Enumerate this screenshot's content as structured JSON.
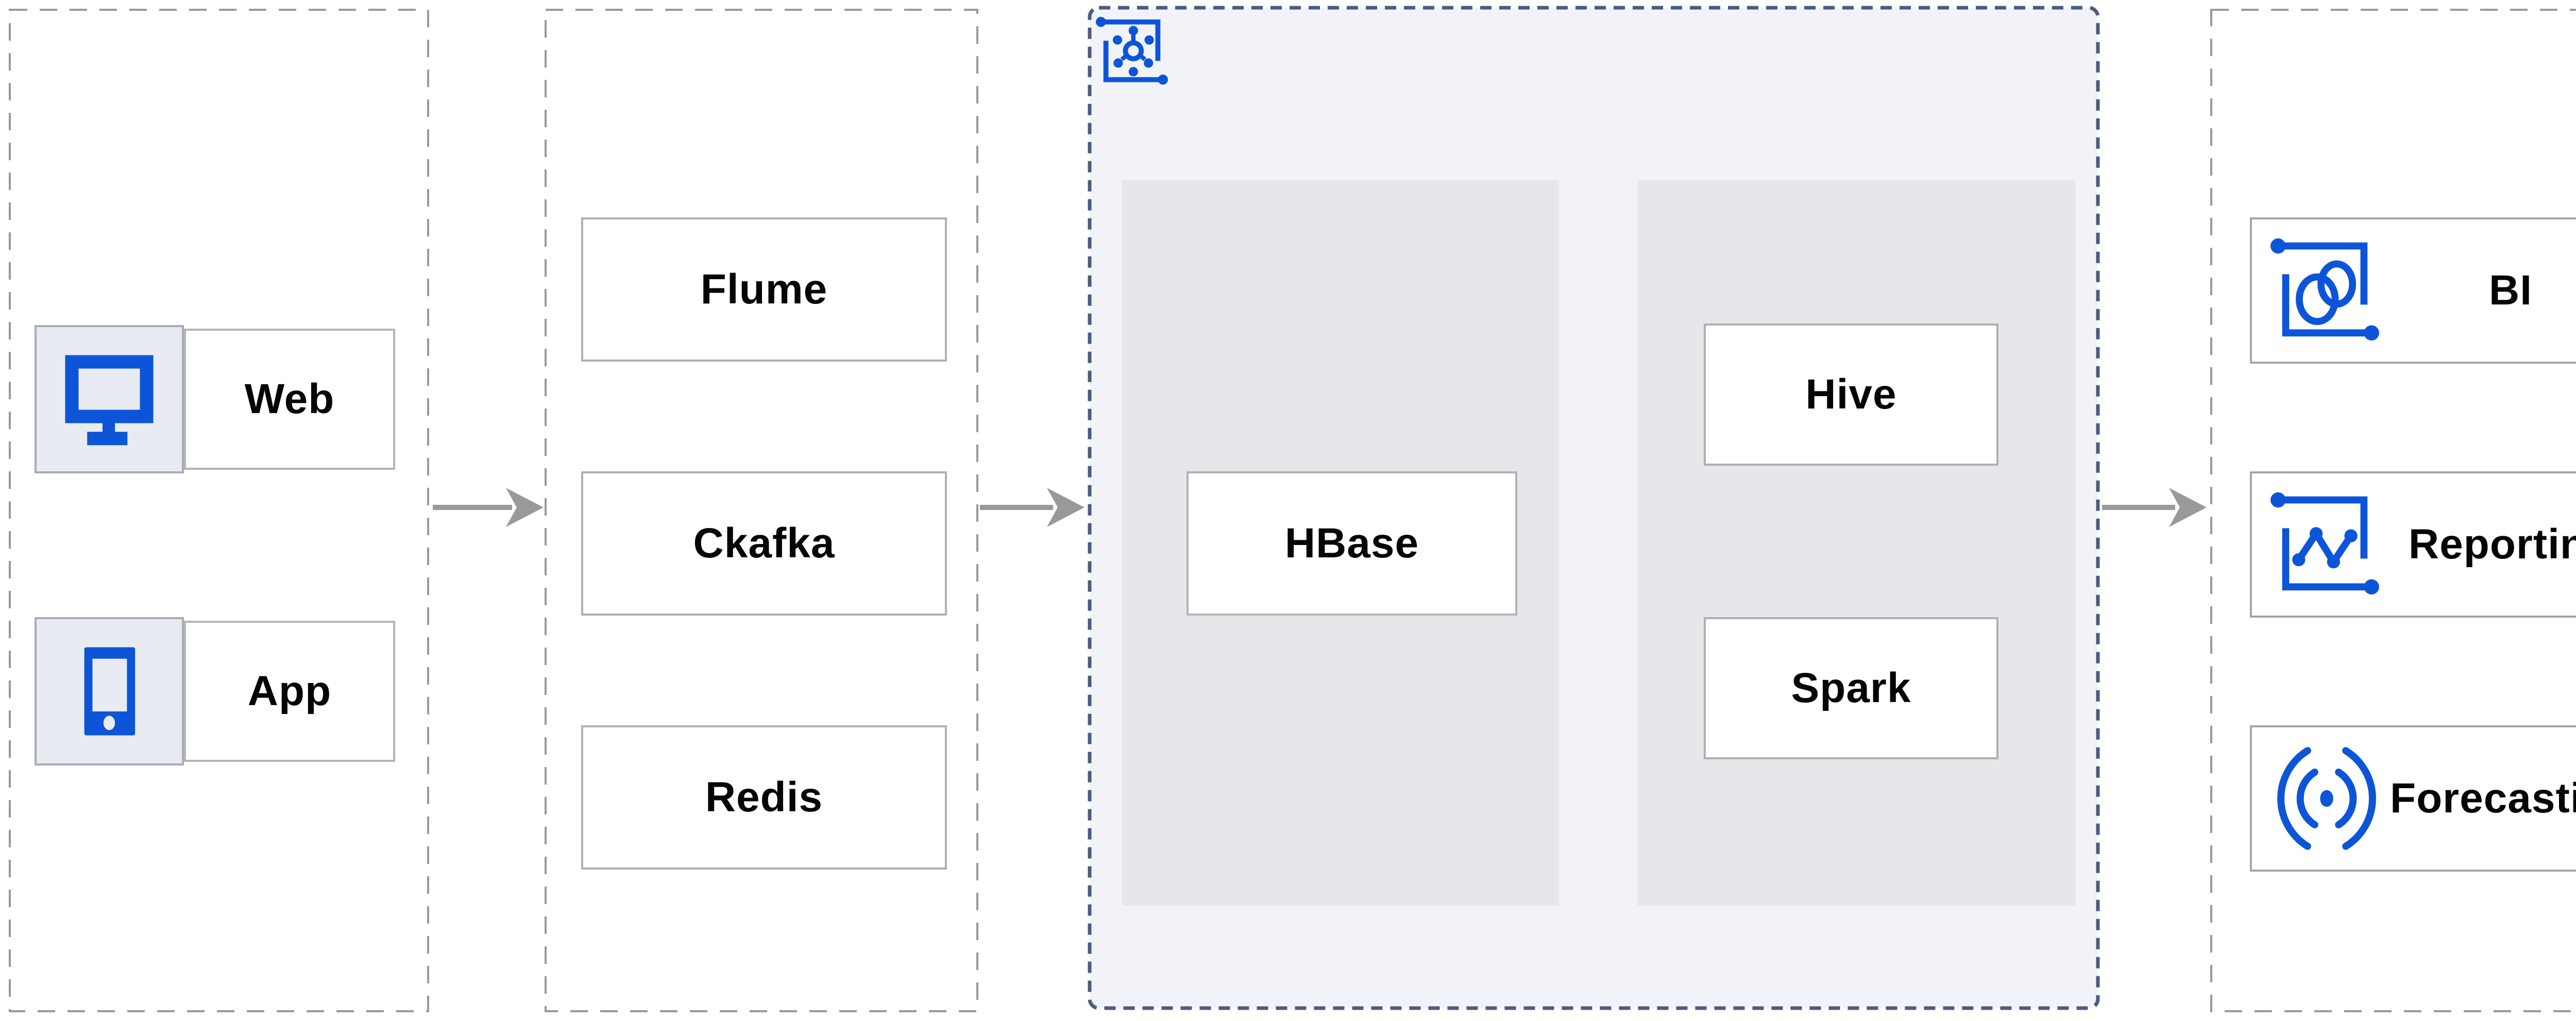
{
  "clients": {
    "items": [
      {
        "label": "Web",
        "icon": "monitor-icon"
      },
      {
        "label": "App",
        "icon": "mobile-phone-icon"
      }
    ]
  },
  "ingestion": {
    "items": [
      {
        "label": "Flume"
      },
      {
        "label": "Ckafka"
      },
      {
        "label": "Redis"
      }
    ]
  },
  "platform": {
    "badge_icon": "cluster-network-icon",
    "storage": {
      "label": "HBase"
    },
    "compute": {
      "items": [
        {
          "label": "Hive"
        },
        {
          "label": "Spark"
        }
      ]
    }
  },
  "consumers": {
    "items": [
      {
        "label": "BI",
        "icon": "overlapping-circles-icon"
      },
      {
        "label": "Reporting",
        "icon": "line-chart-icon"
      },
      {
        "label": "Forecasting",
        "icon": "signal-waves-icon"
      }
    ]
  },
  "colors": {
    "accent_blue": "#0d55d8",
    "column_border_gray": "#999999",
    "platform_border_blue_gray": "#4c5c7c",
    "platform_bg": "#f1f3f8",
    "inner_panel_bg": "#e5e7ea",
    "node_border_gray": "#b0b0b0",
    "icon_cell_bg": "#e8ebf1",
    "arrow_gray": "#999999",
    "label_text": "#050505"
  }
}
